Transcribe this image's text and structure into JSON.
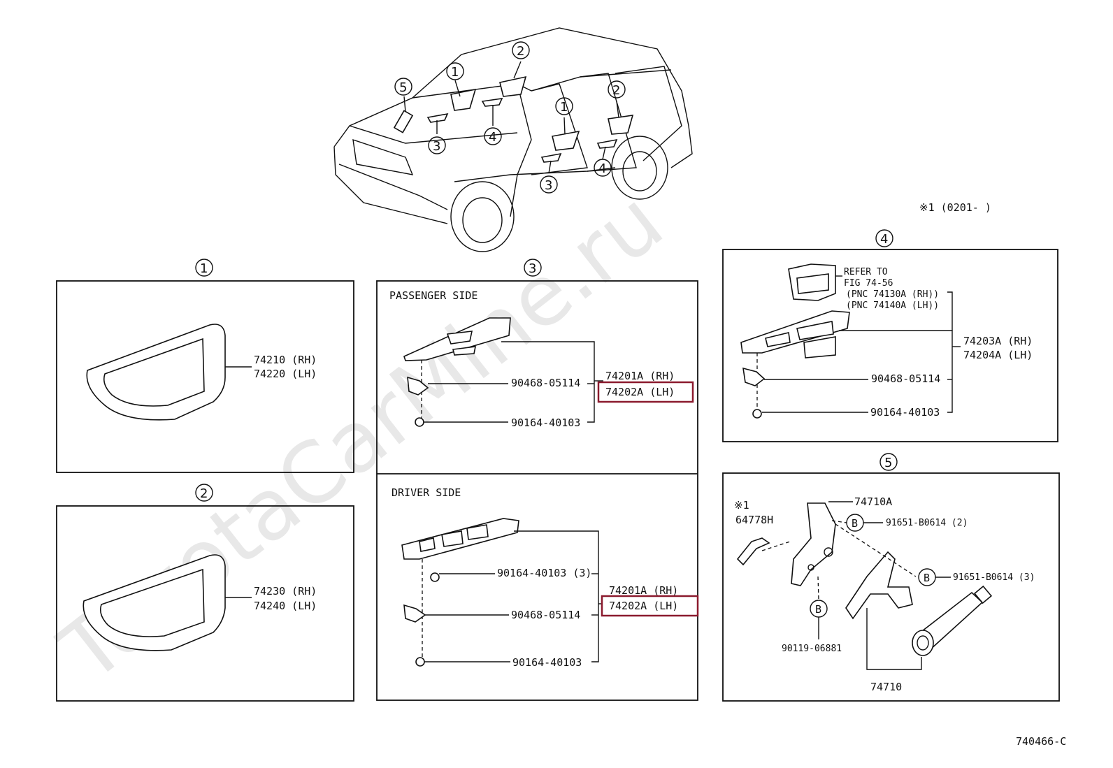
{
  "watermark": "ToyotaCarMine.ru",
  "diagram_code": "740466-C",
  "note_ref": "※1 (0201-      )",
  "car_callouts": [
    "1",
    "2",
    "3",
    "4",
    "5",
    "1",
    "2",
    "3",
    "4"
  ],
  "sections": {
    "s1": {
      "circle": "1",
      "parts": [
        "74210 (RH)",
        "74220 (LH)"
      ]
    },
    "s2": {
      "circle": "2",
      "parts": [
        "74230 (RH)",
        "74240 (LH)"
      ]
    },
    "s3": {
      "circle": "3",
      "passenger": {
        "title": "PASSENGER SIDE",
        "clip": "90468-05114",
        "screw": "90164-40103",
        "assy_rh": "74201A (RH)",
        "assy_lh": "74202A (LH)"
      },
      "driver": {
        "title": "DRIVER SIDE",
        "screw3": "90164-40103 (3)",
        "clip": "90468-05114",
        "screw": "90164-40103",
        "assy_rh": "74201A (RH)",
        "assy_lh": "74202A (LH)"
      }
    },
    "s4": {
      "circle": "4",
      "refer1": "REFER TO",
      "refer2": "FIG 74-56",
      "refer3": "(PNC 74130A (RH))",
      "refer4": "(PNC 74140A (LH))",
      "assy_rh": "74203A (RH)",
      "assy_lh": "74204A (LH)",
      "clip": "90468-05114",
      "screw": "90164-40103"
    },
    "s5": {
      "circle": "5",
      "note": "※1",
      "p64778": "64778H",
      "p74710a": "74710A",
      "b_label": "B",
      "bolt1": "91651-B0614 (2)",
      "bolt2": "91651-B0614 (3)",
      "p90119": "90119-06881",
      "p74710": "74710"
    }
  },
  "colors": {
    "highlight": "#8b1a2e",
    "ink": "#111111",
    "watermark": "#e8e8e8"
  }
}
